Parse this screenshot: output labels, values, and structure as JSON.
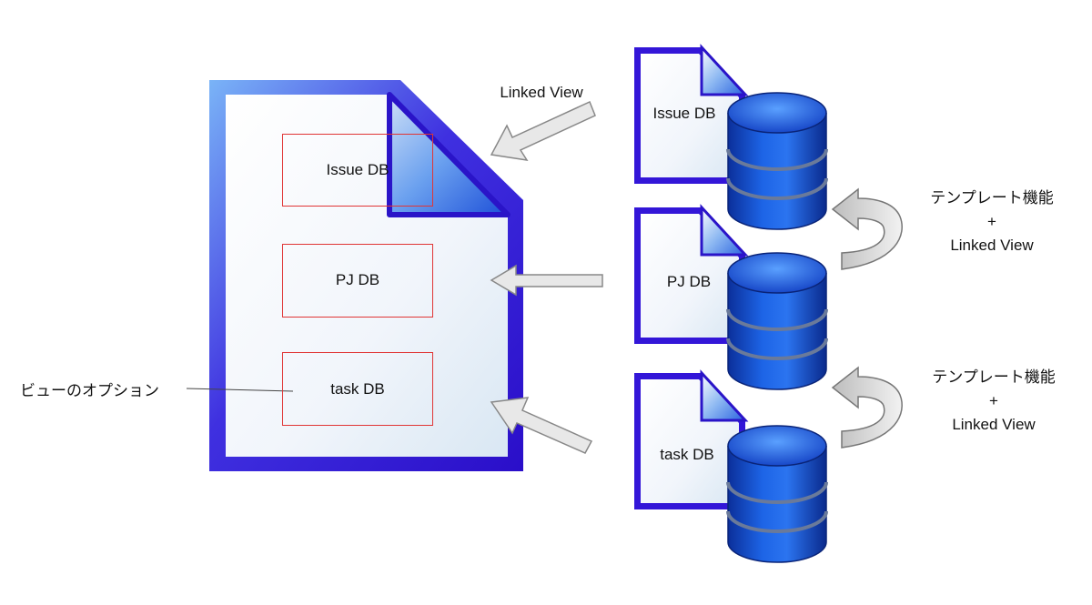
{
  "main_doc": {
    "boxes": [
      "Issue DB",
      "PJ DB",
      "task DB"
    ]
  },
  "sources": [
    {
      "label": "Issue DB"
    },
    {
      "label": "PJ DB"
    },
    {
      "label": "task DB"
    }
  ],
  "arrow_labels": {
    "top": "Linked View",
    "template_1": [
      "テンプレート機能",
      "+",
      "Linked View"
    ],
    "template_2": [
      "テンプレート機能",
      "+",
      "Linked View"
    ]
  },
  "callout": {
    "label": "ビューのオプション"
  },
  "colors": {
    "doc_border": "#3a10d6",
    "doc_fold": "#2a7de0",
    "db_blue": "#1450d0",
    "db_box_border": "#e03535",
    "arrow_gray": "#e6e6e6"
  }
}
